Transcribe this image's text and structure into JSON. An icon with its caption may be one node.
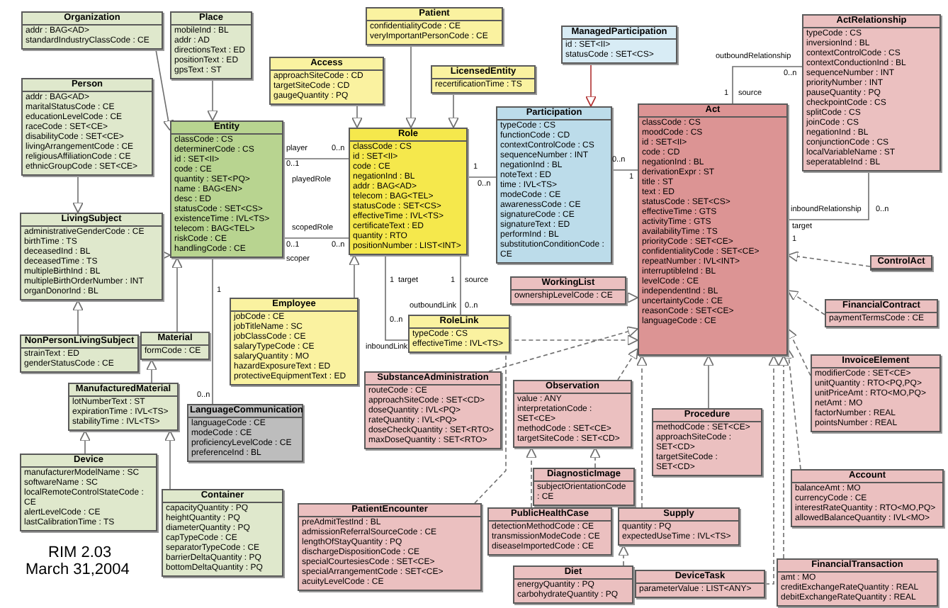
{
  "diagram": {
    "nodes": [
      {
        "text": [
          "Organization",
          "addr : BAG<AD>",
          "standardIndustryClassCode : CE"
        ]
      },
      {
        "text": [
          "Place",
          "mobileInd : BL",
          "addr : AD",
          "directionsText : ED",
          "positionText : ED",
          "gpsText : ST"
        ]
      },
      {
        "text": [
          "Patient",
          "confidentialityCode : CE",
          "veryImportantPersonCode : CE"
        ]
      },
      {
        "text": [
          "ManagedParticipation",
          "id : SET<II>",
          "statusCode : SET<CS>"
        ]
      },
      {
        "text": [
          "ActRelationship",
          "typeCode : CS",
          "inversionInd : BL",
          "contextControlCode : CS",
          "contextConductionInd : BL",
          "sequenceNumber : INT",
          "priorityNumber : INT",
          "pauseQuantity : PQ",
          "checkpointCode : CS",
          "splitCode : CS",
          "joinCode : CS",
          "negationInd : BL",
          "conjunctionCode : CS",
          "localVariableName : ST",
          "seperatableInd : BL"
        ]
      },
      {
        "text": [
          "Person",
          "addr : BAG<AD>",
          "maritalStatusCode : CE",
          "educationLevelCode : CE",
          "raceCode : SET<CE>",
          "disabilityCode : SET<CE>",
          "livingArrangementCode : CE",
          "religiousAffiliationCode : CE",
          "ethnicGroupCode : SET<CE>"
        ]
      },
      {
        "text": [
          "Access",
          "approachSiteCode : CD",
          "targetSiteCode : CD",
          "gaugeQuantity : PQ"
        ]
      },
      {
        "text": [
          "LicensedEntity",
          "recertificationTime : TS"
        ]
      },
      {
        "text": [
          "Participation",
          "typeCode : CS",
          "functionCode : CD",
          "contextControlCode : CS",
          "sequenceNumber : INT",
          "negationInd : BL",
          "noteText : ED",
          "time : IVL<TS>",
          "modeCode : CE",
          "awarenessCode : CE",
          "signatureCode : CE",
          "signatureText : ED",
          "performInd : BL",
          "substitutionConditionCode : CE"
        ]
      },
      {
        "text": [
          "Act",
          "classCode : CS",
          "moodCode : CS",
          "id : SET<II>",
          "code : CD",
          "negationInd : BL",
          "derivationExpr : ST",
          "title : ST",
          "text : ED",
          "statusCode : SET<CS>",
          "effectiveTime : GTS",
          "activityTime : GTS",
          "availabilityTime : TS",
          "priorityCode : SET<CE>",
          "confidentialityCode : SET<CE>",
          "repeatNumber : IVL<INT>",
          "interruptibleInd : BL",
          "levelCode : CE",
          "independentInd : BL",
          "uncertaintyCode : CE",
          "reasonCode : SET<CE>",
          "languageCode : CE"
        ]
      },
      {
        "text": [
          "Entity",
          "classCode : CS",
          "determinerCode : CS",
          "id : SET<II>",
          "code : CE",
          "quantity : SET<PQ>",
          "name : BAG<EN>",
          "desc : ED",
          "statusCode : SET<CS>",
          "existenceTime : IVL<TS>",
          "telecom : BAG<TEL>",
          "riskCode : CE",
          "handlingCode : CE"
        ]
      },
      {
        "text": [
          "Role",
          "classCode : CS",
          "id : SET<II>",
          "code : CE",
          "negationInd : BL",
          "addr : BAG<AD>",
          "telecom : BAG<TEL>",
          "statusCode : SET<CS>",
          "effectiveTime : IVL<TS>",
          "certificateText : ED",
          "quantity : RTO",
          "positionNumber : LIST<INT>"
        ]
      },
      {
        "text": [
          "LivingSubject",
          "administrativeGenderCode : CE",
          "birthTime : TS",
          "deceasedInd : BL",
          "deceasedTime : TS",
          "multipleBirthInd : BL",
          "multipleBirthOrderNumber : INT",
          "organDonorInd : BL"
        ]
      },
      {
        "text": [
          "ControlAct"
        ]
      },
      {
        "text": [
          "WorkingList",
          "ownershipLevelCode : CE"
        ]
      },
      {
        "text": [
          "Employee",
          "jobCode : CE",
          "jobTitleName : SC",
          "jobClassCode : CE",
          "salaryTypeCode : CE",
          "salaryQuantity : MO",
          "hazardExposureText : ED",
          "protectiveEquipmentText : ED"
        ]
      },
      {
        "text": [
          "FinancialContract",
          "paymentTermsCode : CE"
        ]
      },
      {
        "text": [
          "RoleLink",
          "typeCode : CS",
          "effectiveTime : IVL<TS>"
        ]
      },
      {
        "text": [
          "NonPersonLivingSubject",
          "strainText : ED",
          "genderStatusCode : CE"
        ]
      },
      {
        "text": [
          "Material",
          "formCode : CE"
        ]
      },
      {
        "text": [
          "InvoiceElement",
          "modifierCode : SET<CE>",
          "unitQuantity : RTO<PQ,PQ>",
          "unitPriceAmt : RTO<MO,PQ>",
          "netAmt : MO",
          "factorNumber : REAL",
          "pointsNumber : REAL"
        ]
      },
      {
        "text": [
          "SubstanceAdministration",
          "routeCode : CE",
          "approachSiteCode : SET<CD>",
          "doseQuantity : IVL<PQ>",
          "rateQuantity : IVL<PQ>",
          "doseCheckQuantity : SET<RTO>",
          "maxDoseQuantity : SET<RTO>"
        ]
      },
      {
        "text": [
          "Observation",
          "value : ANY",
          "interpretationCode : SET<CE>",
          "methodCode : SET<CE>",
          "targetSiteCode : SET<CD>"
        ]
      },
      {
        "text": [
          "ManufacturedMaterial",
          "lotNumberText : ST",
          "expirationTime : IVL<TS>",
          "stabilityTime : IVL<TS>"
        ]
      },
      {
        "text": [
          "LanguageCommunication",
          "languageCode : CE",
          "modeCode : CE",
          "proficiencyLevelCode : CE",
          "preferenceInd : BL"
        ]
      },
      {
        "text": [
          "Procedure",
          "methodCode : SET<CE>",
          "approachSiteCode : SET<CD>",
          "targetSiteCode : SET<CD>"
        ]
      },
      {
        "text": [
          "Device",
          "manufacturerModelName : SC",
          "softwareName : SC",
          "localRemoteControlStateCode : CE",
          "alertLevelCode : CE",
          "lastCalibrationTime : TS"
        ]
      },
      {
        "text": [
          "Account",
          "balanceAmt : MO",
          "currencyCode : CE",
          "interestRateQuantity : RTO<MO,PQ>",
          "allowedBalanceQuantity : IVL<MO>"
        ]
      },
      {
        "text": [
          "DiagnosticImage",
          "subjectOrientationCode : CE"
        ]
      },
      {
        "text": [
          "Container",
          "capacityQuantity : PQ",
          "heightQuantity : PQ",
          "diameterQuantity : PQ",
          "capTypeCode : CE",
          "separatorTypeCode : CE",
          "barrierDeltaQuantity : PQ",
          "bottomDeltaQuantity : PQ"
        ]
      },
      {
        "text": [
          "PatientEncounter",
          "preAdmitTestInd : BL",
          "admissionReferralSourceCode : CE",
          "lengthOfStayQuantity : PQ",
          "dischargeDispositionCode : CE",
          "specialCourtesiesCode : SET<CE>",
          "specialArrangementCode : SET<CE>",
          "acuityLevelCode : CE"
        ]
      },
      {
        "text": [
          "PublicHealthCase",
          "detectionMethodCode : CE",
          "transmissionModeCode : CE",
          "diseaseImportedCode : CE"
        ]
      },
      {
        "text": [
          "Supply",
          "quantity : PQ",
          "expectedUseTime : IVL<TS>"
        ]
      },
      {
        "text": [
          "FinancialTransaction",
          "amt : MO",
          "creditExchangeRateQuantity : REAL",
          "debitExchangeRateQuantity : REAL"
        ]
      },
      {
        "text": [
          "Diet",
          "energyQuantity : PQ",
          "carbohydrateQuantity : PQ"
        ]
      },
      {
        "text": [
          "DeviceTask",
          "parameterValue : LIST<ANY>"
        ]
      }
    ],
    "edges": [
      {
        "from": 0,
        "to": 10,
        "arrow": "to"
      },
      {
        "from": 1,
        "to": 10,
        "arrow": "to"
      },
      {
        "from": 5,
        "to": 12,
        "arrow": "to"
      },
      {
        "from": 12,
        "to": 10,
        "arrow": "to"
      },
      {
        "from": 18,
        "to": 12,
        "arrow": "to"
      },
      {
        "from": 19,
        "to": 10,
        "arrow": "to"
      },
      {
        "from": 23,
        "to": 19,
        "arrow": "to"
      },
      {
        "from": 26,
        "to": 23,
        "arrow": "to"
      },
      {
        "from": 29,
        "to": 23,
        "arrow": "to"
      },
      {
        "from": 6,
        "to": 11,
        "arrow": "to"
      },
      {
        "from": 2,
        "to": 11,
        "arrow": "to"
      },
      {
        "from": 7,
        "to": 11,
        "arrow": "to"
      },
      {
        "from": 15,
        "to": 11,
        "arrow": "to"
      },
      {
        "from": 3,
        "to": 8,
        "arrow": "to",
        "color": "#b03030"
      },
      {
        "from": 10,
        "to": 11,
        "arrow": "none"
      },
      {
        "from": 10,
        "to": 11,
        "arrow": "none"
      },
      {
        "from": 10,
        "to": 24,
        "arrow": "none"
      },
      {
        "from": 11,
        "to": 8,
        "arrow": "none"
      },
      {
        "from": 8,
        "to": 9,
        "arrow": "none"
      },
      {
        "from": 9,
        "to": 4,
        "arrow": "none"
      },
      {
        "from": 9,
        "to": 4,
        "arrow": "none"
      },
      {
        "from": 11,
        "to": 17,
        "arrow": "none"
      },
      {
        "from": 11,
        "to": 17,
        "arrow": "none"
      },
      {
        "from": 14,
        "to": 9,
        "arrow": "to",
        "style": "dashed"
      },
      {
        "from": 13,
        "to": 9,
        "arrow": "to",
        "style": "dashed"
      },
      {
        "from": 16,
        "to": 9,
        "arrow": "to",
        "style": "dashed"
      },
      {
        "from": 20,
        "to": 9,
        "arrow": "to",
        "style": "dashed"
      },
      {
        "from": 27,
        "to": 9,
        "arrow": "to",
        "style": "dashed"
      },
      {
        "from": 33,
        "to": 9,
        "arrow": "to",
        "style": "dashed"
      },
      {
        "from": 25,
        "to": 9,
        "arrow": "to"
      },
      {
        "from": 32,
        "to": 9,
        "arrow": "to",
        "style": "dashed"
      },
      {
        "from": 35,
        "to": 9,
        "arrow": "to",
        "style": "dashed"
      },
      {
        "from": 21,
        "to": 9,
        "arrow": "to",
        "style": "dashed"
      },
      {
        "from": 22,
        "to": 9,
        "arrow": "to",
        "style": "dashed"
      },
      {
        "from": 30,
        "to": 9,
        "arrow": "to",
        "style": "dashed"
      },
      {
        "from": 28,
        "to": 22,
        "arrow": "to",
        "style": "dashed"
      },
      {
        "from": 31,
        "to": 22,
        "arrow": "to",
        "style": "dashed"
      },
      {
        "from": 34,
        "to": 32,
        "arrow": "to",
        "style": "dashed"
      }
    ],
    "labels": [
      "outboundRelationship",
      "0..n",
      "1",
      "source",
      "player",
      "0..n",
      "0..1",
      "1",
      "0..n",
      "0..n",
      "1",
      "playedRole",
      "inboundRelationship",
      "0..n",
      "target",
      "1",
      "scopedRole",
      "0..1",
      "0..n",
      "scoper",
      "1",
      "target",
      "1",
      "source",
      "outboundLink",
      "0..n",
      "0..n",
      "inboundLink",
      "1",
      "0..n",
      "RIM 2.03",
      "March 31,2004"
    ]
  }
}
